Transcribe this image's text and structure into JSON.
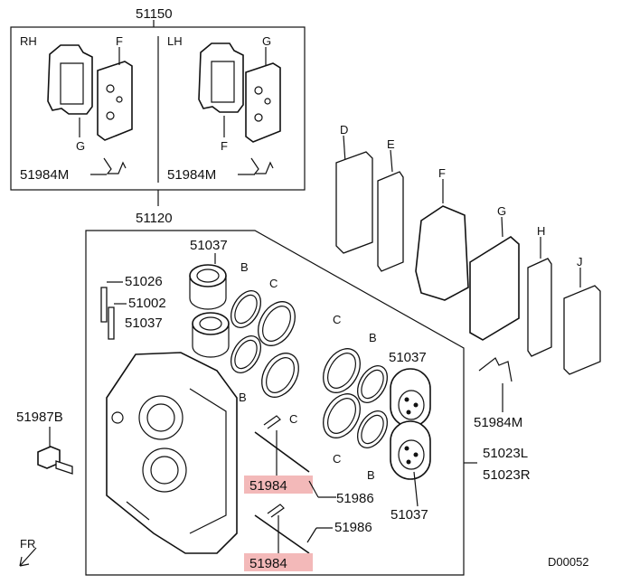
{
  "labels": {
    "pad_kit": "51150",
    "rh": "RH",
    "lh": "LH",
    "f": "F",
    "g": "G",
    "shim_kit": "51984M",
    "caliper_assy": "51120",
    "piston": "51037",
    "b": "B",
    "c": "C",
    "d": "D",
    "e": "E",
    "h": "H",
    "j": "J",
    "bleeder": "51026",
    "cap": "51002",
    "bolt": "51987B",
    "caliper": "51023L",
    "caliper_r": "51023R",
    "pin_clip": "51984",
    "pin": "51986",
    "fr": "FR",
    "code": "D00052"
  }
}
